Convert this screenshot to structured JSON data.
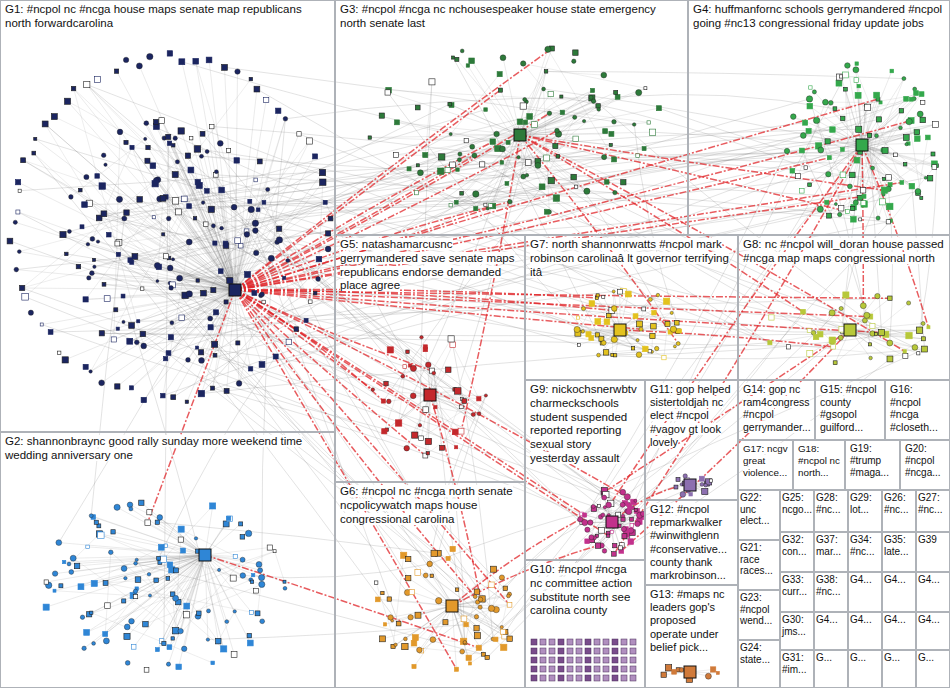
{
  "diagram": {
    "nodes": [
      {
        "text": [
          "G1: #ncpol nc #ncga house maps senate map republicans north forwardcarolina"
        ]
      },
      {
        "text": [
          "G3: #ncpol #ncga nc nchousespeaker house state emergency north senate last"
        ]
      },
      {
        "text": [
          "G4: huffmanfornc schools gerrymandered #ncpol going #nc13 congressional friday update jobs"
        ]
      },
      {
        "text": [
          "G5: natashamarcusnc gerrymandered save senate maps republicans endorse demanded place agree"
        ]
      },
      {
        "text": [
          "G7: north shannonrwatts #ncpol mark robinson carolinaâ lt governor terrifying itâ"
        ]
      },
      {
        "text": [
          "G8: nc #ncpol will_doran house passed #ncga map maps congressional north"
        ]
      },
      {
        "text": [
          "G2: shannonbraync good rally sunday more weekend time wedding anniversary one"
        ]
      },
      {
        "text": [
          "G6: #ncpol nc #ncga north senate ncpolicywatch maps house congressional carolina"
        ]
      },
      {
        "text": [
          "G9: nickochsnerwbtv charmeckschools student suspended reported reporting sexual story yesterday assault"
        ]
      },
      {
        "text": [
          "G10: #ncpol #ncga nc committee action substitute north see carolina county"
        ]
      },
      {
        "text": [
          "G11: gop helped sistertoldjah nc elect #ncpol #vagov gt look lovely"
        ]
      },
      {
        "text": [
          "G12: #ncpol repmarkwalker #winwithglenn #conservative... county thank markrobinson..."
        ]
      },
      {
        "text": [
          "G13: #maps nc leaders gop's proposed operate under belief pick..."
        ]
      },
      {
        "text": [
          "G14: gop nc ram4congress #ncpol gerrymander..."
        ]
      },
      {
        "text": [
          "G15: #ncpol county #gsopol guilford..."
        ]
      },
      {
        "text": [
          "G16: #ncpol #ncga #closeth..."
        ]
      },
      {
        "text": [
          "G17: ncgv great violence..."
        ]
      },
      {
        "text": [
          "G18: #ncpol nc north..."
        ]
      },
      {
        "text": [
          "G19: #trump #maga..."
        ]
      },
      {
        "text": [
          "G20: #ncpol #ncga..."
        ]
      },
      {
        "text": [
          "G22: unc elect..."
        ]
      },
      {
        "text": [
          "G25: ncgo..."
        ]
      },
      {
        "text": [
          "G28: #nc..."
        ]
      },
      {
        "text": [
          "G29: lot..."
        ]
      },
      {
        "text": [
          "G26: #nc..."
        ]
      },
      {
        "text": [
          "G27: #nc..."
        ]
      },
      {
        "text": [
          "G21: race races..."
        ]
      },
      {
        "text": [
          "G32: con..."
        ]
      },
      {
        "text": [
          "G37: mar..."
        ]
      },
      {
        "text": [
          "G34: #nc..."
        ]
      },
      {
        "text": [
          "G35: late..."
        ]
      },
      {
        "text": [
          "G39"
        ]
      },
      {
        "text": [
          "G23: #ncpol wend..."
        ]
      },
      {
        "text": [
          "G33: curr..."
        ]
      },
      {
        "text": [
          "G38: #nc..."
        ]
      },
      {
        "text": [
          "G4..."
        ]
      },
      {
        "text": [
          "G4..."
        ]
      },
      {
        "text": [
          "G4..."
        ]
      },
      {
        "text": [
          "G24: state..."
        ]
      },
      {
        "text": [
          "G30: jms..."
        ]
      },
      {
        "text": [
          "G4..."
        ]
      },
      {
        "text": [
          "G4..."
        ]
      },
      {
        "text": [
          "G4..."
        ]
      },
      {
        "text": [
          "G4..."
        ]
      },
      {
        "text": [
          "G31: #im..."
        ]
      },
      {
        "text": [
          "G..."
        ]
      },
      {
        "text": [
          "G..."
        ]
      },
      {
        "text": [
          "G..."
        ]
      },
      {
        "text": [
          "G..."
        ]
      }
    ]
  }
}
